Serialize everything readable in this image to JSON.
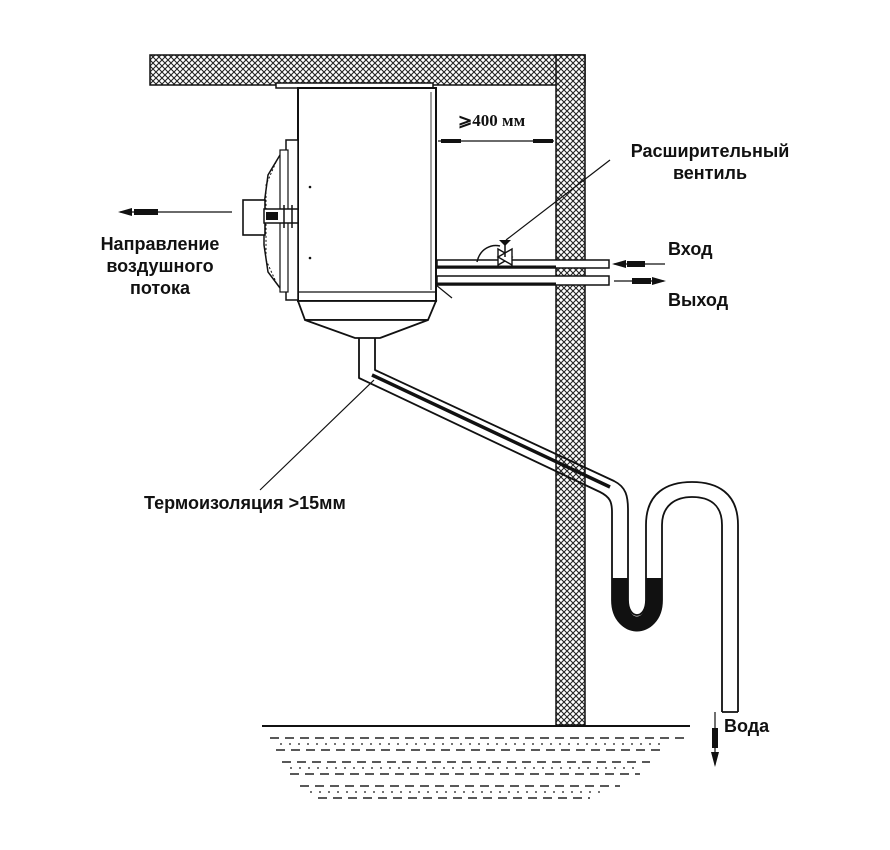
{
  "labels": {
    "clearance": "⩾400 мм",
    "expansion_valve": [
      "Расширительный",
      "вентиль"
    ],
    "inlet": "Вход",
    "outlet": "Выход",
    "airflow": [
      "Направление",
      "воздушного",
      "потока"
    ],
    "insulation": "Термоизоляция >15мм",
    "water": "Вода"
  },
  "colors": {
    "ink": "#111111",
    "hatch": "#222222",
    "background": "#ffffff"
  }
}
